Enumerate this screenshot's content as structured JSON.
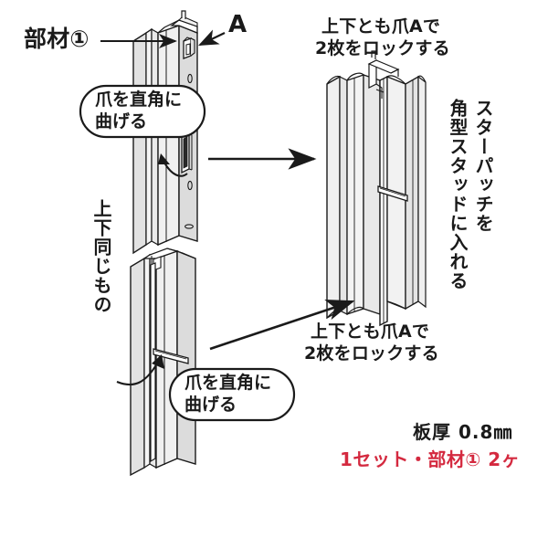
{
  "document": {
    "kind": "assembly-instruction-diagram",
    "background_color": "#ffffff",
    "ink_color": "#1a1a1a",
    "accent_color": "#d4293f",
    "part_fill_light": "#f2f2f2",
    "part_fill_mid": "#e2e2e2",
    "part_fill_dark": "#cfcfcf"
  },
  "labels": {
    "part_callout": "部材①",
    "claw_marker": "A"
  },
  "bubbles": [
    {
      "id": "bend-claw-upper",
      "line1": "爪を直角に",
      "line2": "曲げる"
    },
    {
      "id": "bend-claw-lower",
      "line1": "爪を直角に",
      "line2": "曲げる"
    }
  ],
  "notes": {
    "lock_upper_line1": "上下とも爪Aで",
    "lock_upper_line2": "2枚をロックする",
    "lock_lower_line1": "上下とも爪Aで",
    "lock_lower_line2": "2枚をロックする",
    "same_top_bottom": "上下同じもの",
    "insert_column_right": "スターパッチを",
    "insert_column_left": "角型スタッドに入れる"
  },
  "specs": {
    "thickness": "板厚 0.8㎜",
    "set_quantity": "1セット・部材① 2ヶ"
  }
}
